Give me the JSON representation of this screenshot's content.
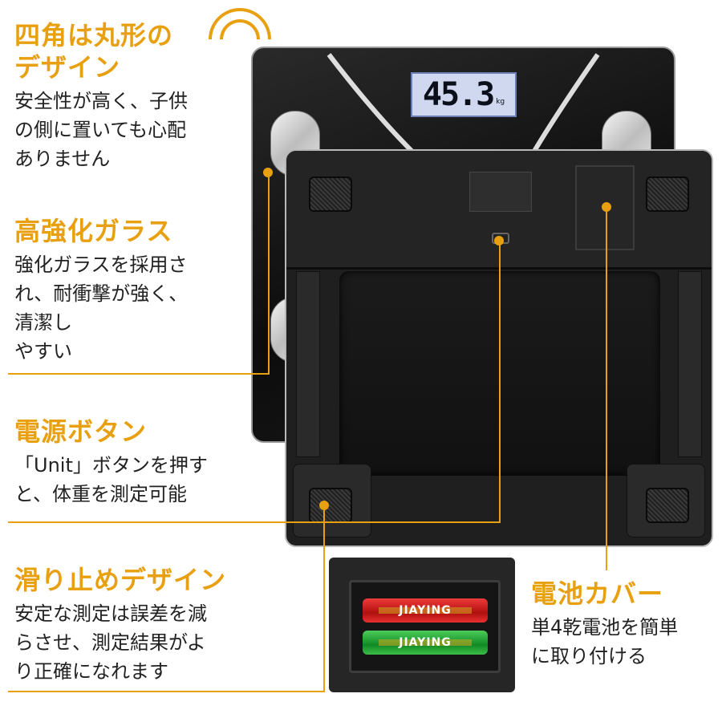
{
  "features": {
    "rounded": {
      "title": "四角は丸形の\nデザイン",
      "desc": "安全性が高く、子供\nの側に置いても心配\nありません"
    },
    "glass": {
      "title": "高強化ガラス",
      "desc": "強化ガラスを採用さ\nれ、耐衝撃が強く、\n清潔し\nやすい"
    },
    "power": {
      "title": "電源ボタン",
      "desc": "「Unit」ボタンを押す\nと、体重を測定可能"
    },
    "antislip": {
      "title": "滑り止めデザイン",
      "desc": "安定な測定は誤差を減\nらさせ、測定結果がよ\nり正確になれます"
    },
    "battery": {
      "title": "電池カバー",
      "desc": "単4乾電池を簡単\nに取り付ける"
    }
  },
  "display": {
    "reading": "45.3",
    "unit": "kg"
  },
  "batteries": {
    "brand": "JIAYING"
  },
  "colors": {
    "accent": "#e8a010",
    "text": "#222222",
    "background": "#ffffff"
  }
}
